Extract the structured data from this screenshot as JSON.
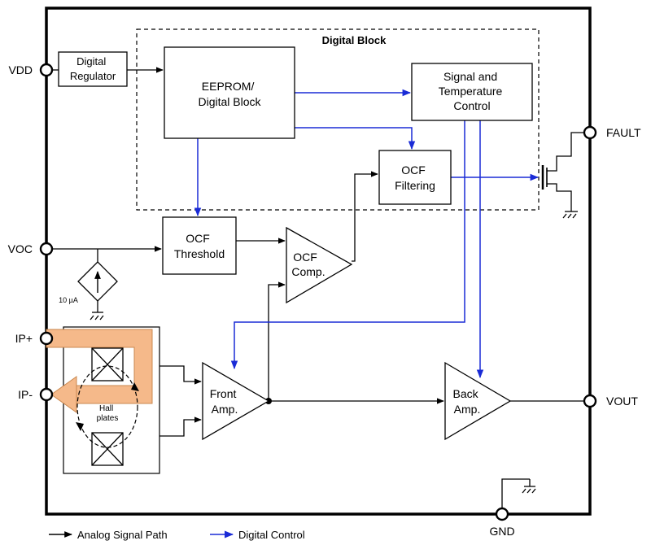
{
  "pins": {
    "vdd": "VDD",
    "voc": "VOC",
    "ip_plus": "IP+",
    "ip_minus": "IP-",
    "fault": "FAULT",
    "vout": "VOUT",
    "gnd": "GND"
  },
  "digital_block": {
    "title": "Digital Block"
  },
  "blocks": {
    "digital_regulator": {
      "line1": "Digital",
      "line2": "Regulator"
    },
    "eeprom": {
      "line1": "EEPROM/",
      "line2": "Digital Block"
    },
    "signal_temp": {
      "line1": "Signal and",
      "line2": "Temperature",
      "line3": "Control"
    },
    "ocf_filtering": {
      "line1": "OCF",
      "line2": "Filtering"
    },
    "ocf_threshold": {
      "line1": "OCF",
      "line2": "Threshold"
    },
    "ocf_comp": {
      "line1": "OCF",
      "line2": "Comp."
    },
    "front_amp": {
      "line1": "Front",
      "line2": "Amp."
    },
    "back_amp": {
      "line1": "Back",
      "line2": "Amp."
    }
  },
  "current_source": {
    "label": "10 µA"
  },
  "hall": {
    "line1": "Hall",
    "line2": "plates"
  },
  "legend": {
    "analog": "Analog Signal Path",
    "digital": "Digital Control"
  },
  "colors": {
    "digital_control": "#1a2bd6",
    "current_path": "#f5b98a",
    "current_path_edge": "#c98850"
  }
}
